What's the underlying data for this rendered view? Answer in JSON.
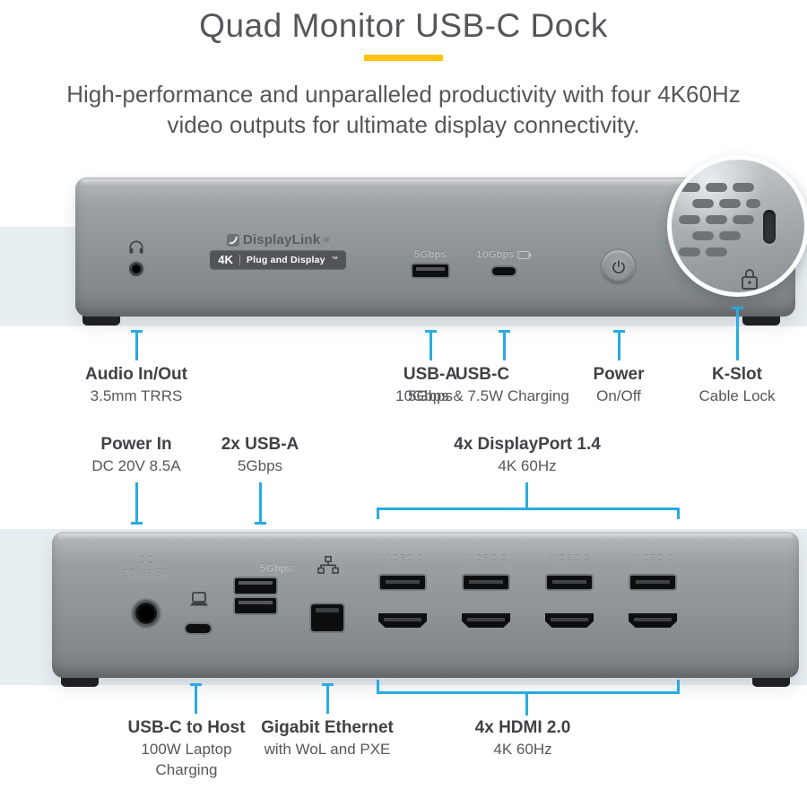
{
  "header": {
    "title": "Quad Monitor USB-C Dock",
    "subtitle_line1": "High-performance and unparalleled productivity with four 4K60Hz",
    "subtitle_line2": "video outputs for ultimate display connectivity."
  },
  "colors": {
    "accent_cyan": "#29abe2",
    "accent_yellow": "#ffc20e",
    "band_blue": "#e8eff3",
    "text_gray": "#54565a"
  },
  "front_dock": {
    "displaylink": {
      "brand": "DisplayLink",
      "reg": "®",
      "badge_4k": "4K",
      "badge_text": "Plug and Display",
      "badge_tm": "™"
    },
    "usb_a_label": "5Gbps",
    "usb_c_label": "10Gbps"
  },
  "front_callouts": [
    {
      "title": "Audio In/Out",
      "subtitle": "3.5mm TRRS"
    },
    {
      "title": "USB-A",
      "subtitle": "5Gbps"
    },
    {
      "title": "USB-C",
      "subtitle": "10Gbps & 7.5W Charging"
    },
    {
      "title": "Power",
      "subtitle": "On/Off"
    },
    {
      "title": "K-Slot",
      "subtitle": "Cable Lock"
    }
  ],
  "rear_top_callouts": [
    {
      "title": "Power In",
      "subtitle": "DC 20V 8.5A"
    },
    {
      "title": "2x USB-A",
      "subtitle": "5Gbps"
    },
    {
      "title": "4x DisplayPort 1.4",
      "subtitle": "4K 60Hz"
    }
  ],
  "rear_dock": {
    "dc_line1": "DC",
    "dc_line2": "20V 8.5A",
    "usb_label": "5Gbps",
    "video_labels": [
      "VIDEO 1",
      "VIDEO 2",
      "VIDEO 3",
      "VIDEO 4"
    ]
  },
  "rear_bottom_callouts": [
    {
      "title": "USB-C to Host",
      "line1": "100W Laptop",
      "line2": "Charging"
    },
    {
      "title": "Gigabit Ethernet",
      "line1": "with WoL and PXE"
    },
    {
      "title": "4x HDMI 2.0",
      "line1": "4K 60Hz"
    }
  ]
}
